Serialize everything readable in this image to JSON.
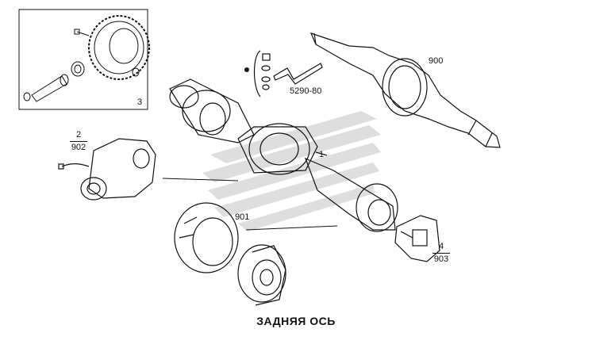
{
  "caption": "ЗАДНЯЯ ОСЬ",
  "callouts": {
    "inset_index": "3",
    "axle_housing": "900",
    "brake_pipe": "5290-80",
    "axle_center": "1",
    "brake_disc": "901",
    "differential": {
      "top": "2",
      "bottom": "902"
    },
    "caliper": {
      "top": "4",
      "bottom": "903"
    }
  },
  "colors": {
    "line": "#111111",
    "watermark": "#b8b8b8"
  },
  "icons": [
    "bullet-dot-icon",
    "watermark-logo-icon"
  ]
}
